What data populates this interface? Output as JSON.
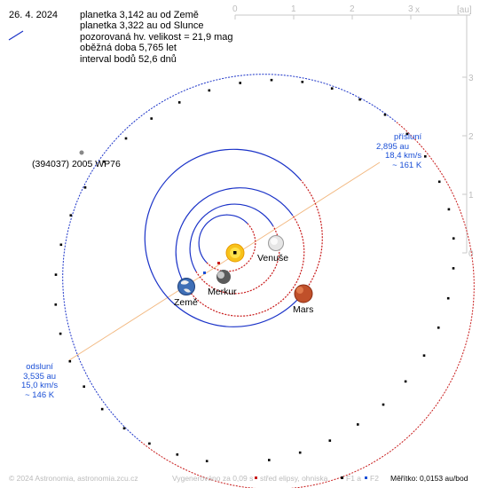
{
  "date": "26. 4. 2024",
  "info": [
    "planetka 3,142 au od Země",
    "planetka 3,322 au od Slunce",
    "pozorovaná hv. velikost = 21,9 mag",
    "oběžná doba 5,765 let",
    "interval bodů 52,6 dnů"
  ],
  "asteroid_label": "(394037) 2005 WP76",
  "perihelion": {
    "title": "přísluní",
    "dist": "2,895 au",
    "speed": "18,4 km/s",
    "temp": "~ 161 K"
  },
  "aphelion": {
    "title": "odsluní",
    "dist": "3,535 au",
    "speed": "15,0 km/s",
    "temp": "~ 146 K"
  },
  "planets": {
    "mercury": "Merkur",
    "venus": "Venuše",
    "earth": "Země",
    "mars": "Mars"
  },
  "axes": {
    "x_label": "x",
    "unit_label": "[au]",
    "x_ticks": [
      "0",
      "1",
      "2",
      "3"
    ],
    "y_ticks": [
      "3",
      "2",
      "1",
      "0"
    ]
  },
  "footer": {
    "copyright": "© 2024 Astronomia, astronomia.zcu.cz",
    "generated": "Vygenerováno za 0,09 s",
    "center_legend": "střed elipsy, ohniska",
    "f1": "F1 a",
    "f2": "F2",
    "scale": "Měřítko: 0,0153 au/bod"
  },
  "colors": {
    "orbit_blue": "#1b33c8",
    "orbit_red": "#c81b1b",
    "label_blue": "#1a4fd6",
    "apsis_line": "#f2b77e"
  }
}
